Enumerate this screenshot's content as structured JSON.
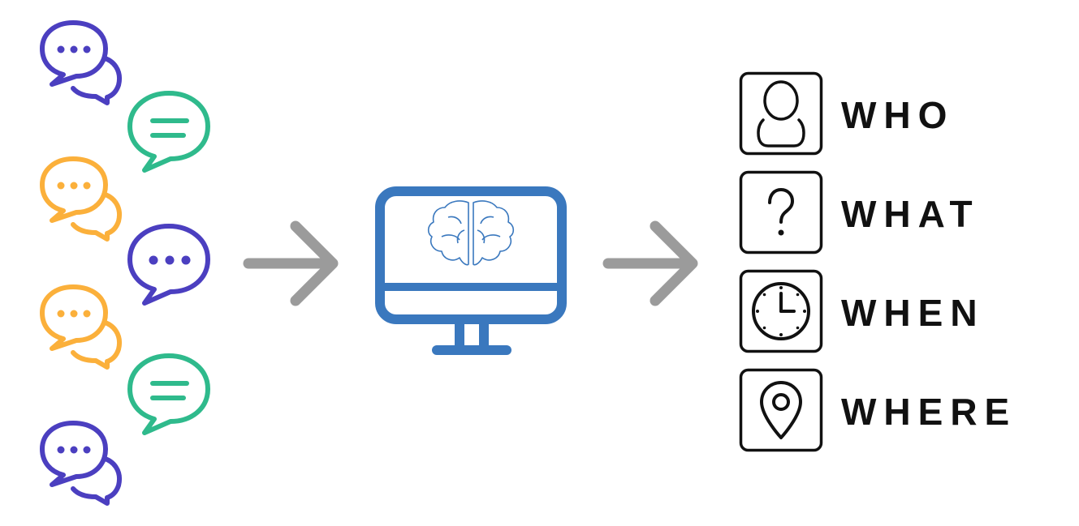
{
  "colors": {
    "purple": "#4B3FC0",
    "green": "#2FBA8C",
    "orange": "#FBB03B",
    "blue": "#3A78BE",
    "gray": "#9B9B9B",
    "black": "#111111"
  },
  "messages": [
    {
      "kind": "double-dots",
      "color": "purple"
    },
    {
      "kind": "lines",
      "color": "green"
    },
    {
      "kind": "double-dots",
      "color": "orange"
    },
    {
      "kind": "dots",
      "color": "purple"
    },
    {
      "kind": "double-dots",
      "color": "orange"
    },
    {
      "kind": "lines",
      "color": "green"
    },
    {
      "kind": "double-dots",
      "color": "purple"
    }
  ],
  "processor": {
    "icon": "computer-brain-icon"
  },
  "outputs": [
    {
      "label": "WHO",
      "icon": "person-icon"
    },
    {
      "label": "WHAT",
      "icon": "question-icon"
    },
    {
      "label": "WHEN",
      "icon": "clock-icon"
    },
    {
      "label": "WHERE",
      "icon": "location-pin-icon"
    }
  ]
}
